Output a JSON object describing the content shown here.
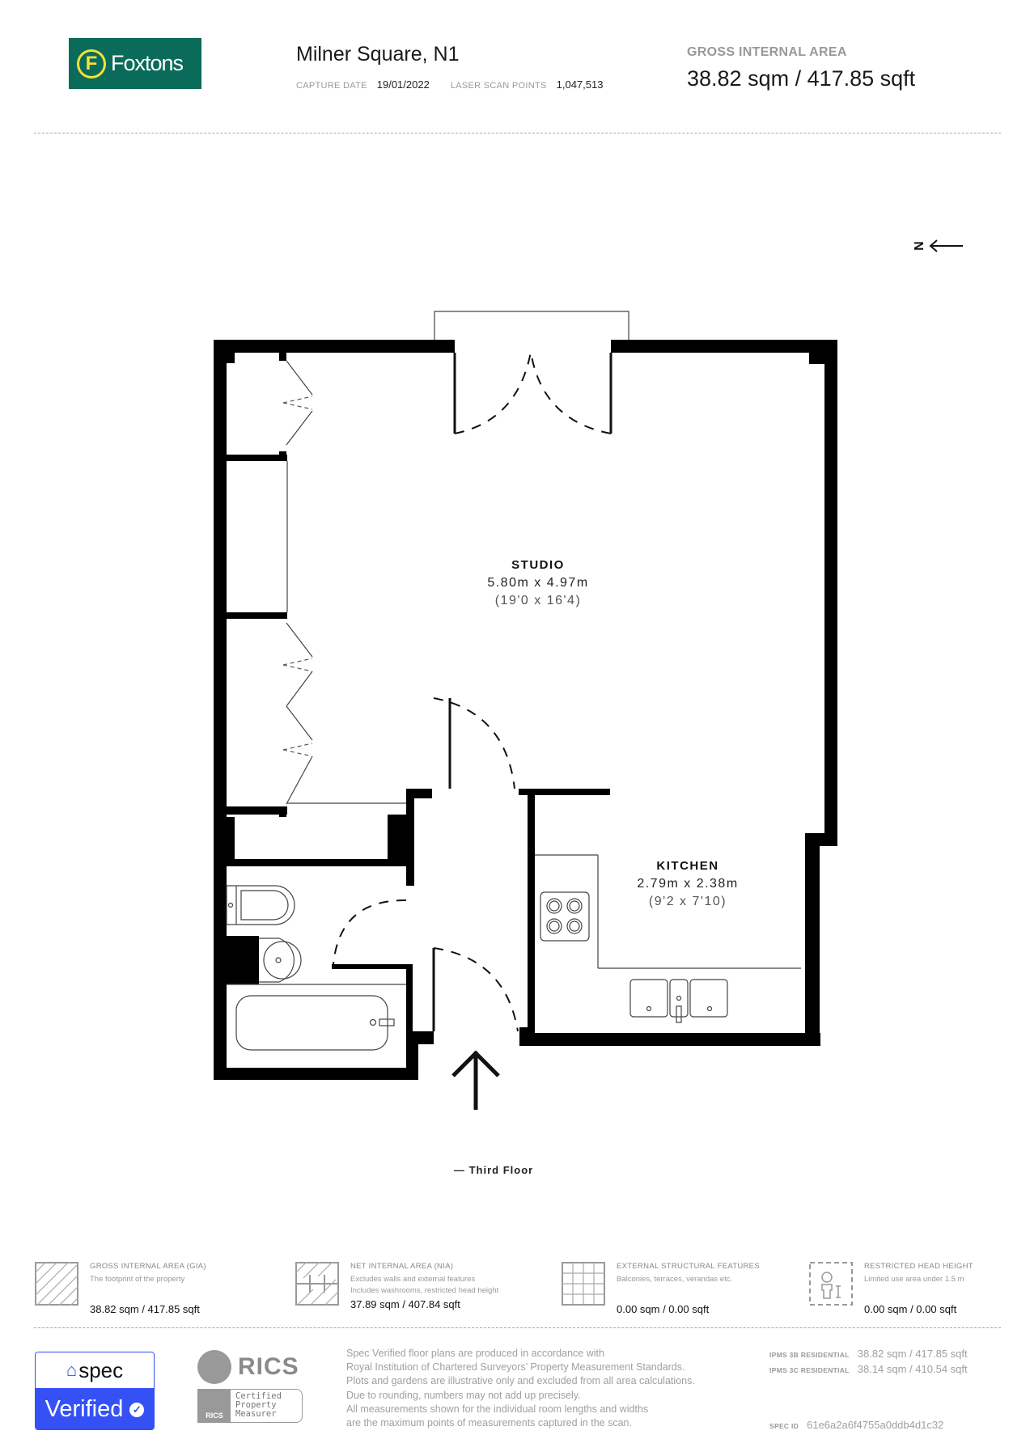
{
  "header": {
    "brand": {
      "name": "Foxtons",
      "mark": "F",
      "bg_color": "#0b6b5a",
      "mark_color": "#f5e13a"
    },
    "property_title": "Milner Square, N1",
    "capture_date_label": "CAPTURE DATE",
    "capture_date": "19/01/2022",
    "scan_points_label": "LASER SCAN POINTS",
    "scan_points": "1,047,513",
    "gia_label": "GROSS INTERNAL AREA",
    "gia_value": "38.82 sqm / 417.85 sqft"
  },
  "compass": {
    "label": "N",
    "icon": "arrow-left-icon"
  },
  "floorplan": {
    "floor_label": "— Third Floor",
    "rooms": [
      {
        "name": "STUDIO",
        "metric": "5.80m x 4.97m",
        "imperial": "(19'0 x 16'4)"
      },
      {
        "name": "KITCHEN",
        "metric": "2.79m x 2.38m",
        "imperial": "(9'2 x 7'10)"
      }
    ],
    "entrance_icon": "arrow-up-icon"
  },
  "legend": [
    {
      "title": "GROSS INTERNAL AREA (GIA)",
      "desc": [
        "The footprint of the property"
      ],
      "value": "38.82 sqm / 417.85 sqft",
      "icon": "hatched-square-icon"
    },
    {
      "title": "NET INTERNAL AREA (NIA)",
      "desc": [
        "Excludes walls and external features",
        "Includes washrooms, restricted head height"
      ],
      "value": "37.89 sqm / 407.84 sqft",
      "icon": "hatched-plan-icon"
    },
    {
      "title": "EXTERNAL STRUCTURAL FEATURES",
      "desc": [
        "Balconies, terraces, verandas etc."
      ],
      "value": "0.00 sqm / 0.00 sqft",
      "icon": "grid-icon"
    },
    {
      "title": "RESTRICTED HEAD HEIGHT",
      "desc": [
        "Limited use area under 1.5 m"
      ],
      "value": "0.00 sqm / 0.00 sqft",
      "icon": "person-height-icon"
    }
  ],
  "footer": {
    "spec_badge": {
      "top": "spec",
      "bottom": "Verified",
      "color": "#3551f6"
    },
    "rics": {
      "name": "RICS",
      "cert_lines": [
        "Certified",
        "Property",
        "Measurer"
      ],
      "small": "RICS"
    },
    "disclaimer": [
      "Spec Verified floor plans are produced in accordance with",
      "Royal Institution of Chartered Surveyors’ Property Measurement Standards.",
      "Plots and gardens are illustrative only and excluded from all area calculations.",
      "Due to rounding, numbers may not add up precisely.",
      "All measurements shown for the individual room lengths and widths",
      "are the maximum points of measurements captured in the scan."
    ],
    "ipms": [
      {
        "label": "IPMS 3B RESIDENTIAL",
        "value": "38.82 sqm / 417.85 sqft"
      },
      {
        "label": "IPMS 3C RESIDENTIAL",
        "value": "38.14 sqm / 410.54 sqft"
      }
    ],
    "spec_id_label": "SPEC ID",
    "spec_id": "61e6a2a6f4755a0ddb4d1c32"
  }
}
